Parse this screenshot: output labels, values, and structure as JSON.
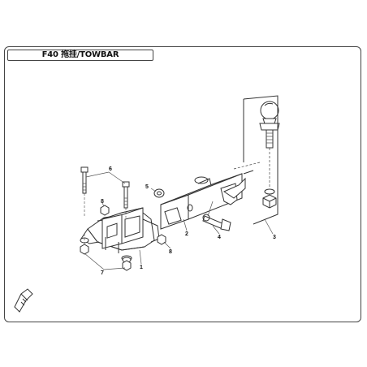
{
  "title": "F40 拖挂/TOWBAR",
  "callouts": {
    "c1": "1",
    "c2": "2",
    "c3": "3",
    "c4": "4",
    "c5": "5",
    "c6": "6",
    "c7": "7",
    "c8a": "8",
    "c8b": "8"
  },
  "icons": {
    "front": "front-arrow-icon"
  }
}
